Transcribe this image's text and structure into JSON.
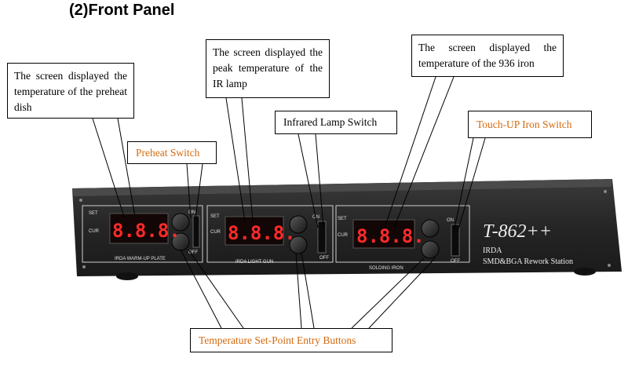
{
  "heading": "(2)Front Panel",
  "callouts": {
    "preheat_screen": "The screen displayed the temperature of the preheat dish",
    "peak_screen": "The screen displayed the peak temperature of the IR lamp",
    "iron_screen": "The screen displayed the temperature of the 936 iron",
    "preheat_switch": "Preheat Switch",
    "infrared_switch": "Infrared Lamp Switch",
    "touchup_switch": "Touch-UP Iron Switch",
    "setpoint_buttons": "Temperature Set-Point Entry Buttons"
  },
  "panel": {
    "brand": "T-862++",
    "subtitle_line1": "IRDA",
    "subtitle_line2": "SMD&BGA Rework Station",
    "set_label": "SET",
    "cur_label": "CUR",
    "on_label": "ON",
    "off_label": "OFF",
    "digits": "8.8.8.",
    "sections": [
      "IRDA WARM-UP PLATE",
      "IRDA LIGHT GUN",
      "SOLDING IRON"
    ]
  },
  "colors": {
    "orange_label": "#d46a10",
    "panel_body": "#2a2a2a",
    "led_red": "#ff2a2a"
  }
}
